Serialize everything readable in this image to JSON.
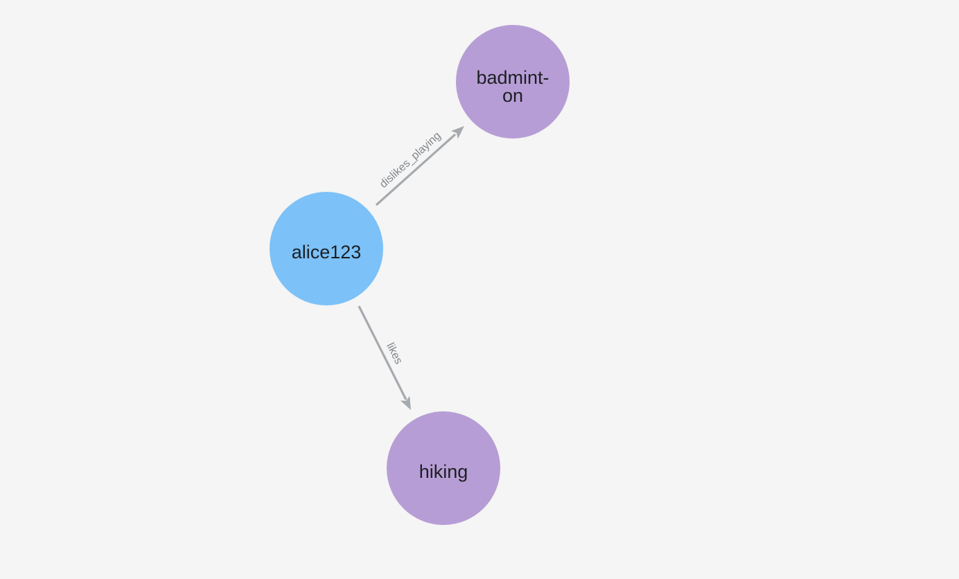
{
  "canvas": {
    "background_color": "#f4f5f4"
  },
  "graph": {
    "style": {
      "node_label_color": "#1c1f24",
      "edge_color": "#a6a9ae",
      "edge_label_color": "#82858b"
    },
    "nodes": [
      {
        "id": "alice123",
        "label": "alice123",
        "display_lines": [
          "alice123"
        ],
        "color": "#7cc1f8"
      },
      {
        "id": "badminton",
        "label": "badminton",
        "display_lines": [
          "badmint-",
          "on"
        ],
        "color": "#b79dd5"
      },
      {
        "id": "hiking",
        "label": "hiking",
        "display_lines": [
          "hiking"
        ],
        "color": "#b79dd5"
      }
    ],
    "edges": [
      {
        "source": "alice123",
        "target": "badminton",
        "label": "dislikes_playing",
        "direction": "alice123 -> badminton"
      },
      {
        "source": "alice123",
        "target": "hiking",
        "label": "likes",
        "direction": "alice123 -> hiking"
      }
    ]
  }
}
